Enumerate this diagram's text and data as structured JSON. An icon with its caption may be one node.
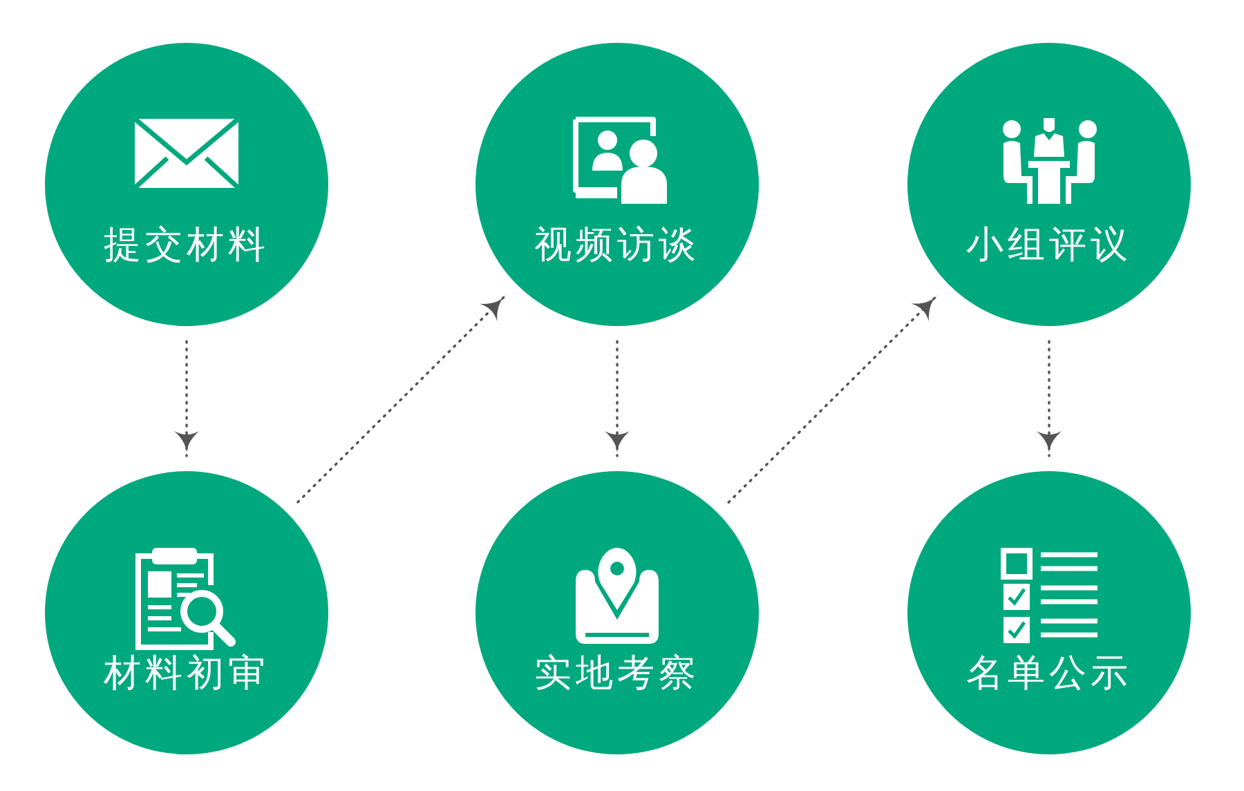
{
  "diagram": {
    "nodes": [
      {
        "text": [
          "提交材料"
        ]
      },
      {
        "text": [
          "视频访谈"
        ]
      },
      {
        "text": [
          "小组评议"
        ]
      },
      {
        "text": [
          "材料初审"
        ]
      },
      {
        "text": [
          "实地考察"
        ]
      },
      {
        "text": [
          "名单公示"
        ]
      }
    ],
    "edges": [
      {
        "from": 0,
        "to": 3,
        "arrow": "to",
        "style": "dashed"
      },
      {
        "from": 3,
        "to": 1,
        "arrow": "to",
        "style": "dashed"
      },
      {
        "from": 1,
        "to": 4,
        "arrow": "to",
        "style": "dashed"
      },
      {
        "from": 4,
        "to": 2,
        "arrow": "to",
        "style": "dashed"
      },
      {
        "from": 2,
        "to": 5,
        "arrow": "to",
        "style": "dashed"
      }
    ]
  }
}
